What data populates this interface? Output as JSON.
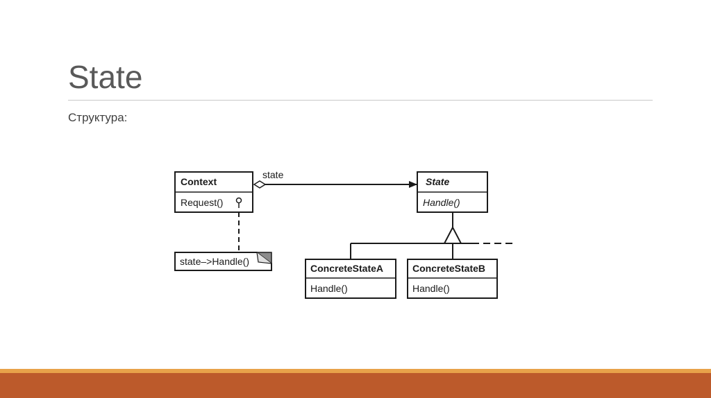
{
  "slide": {
    "title": "State",
    "subtitle": "Структура:"
  },
  "diagram": {
    "context": {
      "name": "Context",
      "method": "Request()"
    },
    "state": {
      "name": "State",
      "method": "Handle()"
    },
    "concrete_a": {
      "name": "ConcreteStateA",
      "method": "Handle()"
    },
    "concrete_b": {
      "name": "ConcreteStateB",
      "method": "Handle()"
    },
    "association_label": "state",
    "note_text": "state–>Handle()"
  },
  "colors": {
    "title": "#595959",
    "footer_accent": "#e8a24a",
    "footer_bar": "#bc5a2b"
  }
}
